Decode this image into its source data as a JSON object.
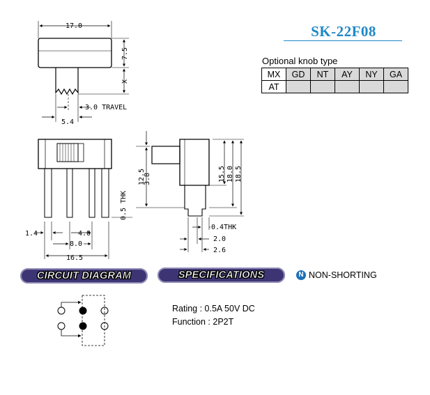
{
  "product": {
    "model": "SK-22F08"
  },
  "knob_options": {
    "caption": "Optional knob type",
    "rows": [
      [
        "MX",
        "GD",
        "NT",
        "AY",
        "NY",
        "GA"
      ],
      [
        "AT",
        "",
        "",
        "",
        "",
        ""
      ]
    ]
  },
  "dimensions": {
    "top_width": "17.0",
    "top_height": "7.5",
    "knob_x": "X",
    "knob_width": "5.4",
    "travel": "3.0 TRAVEL",
    "pin_thk": "0.5 THK",
    "pin_edge": "1.4",
    "pin_pitch": "4.0",
    "pin_span": "8.0",
    "body_length": "16.5",
    "side_knob_dim": "12.5",
    "side_knob_dim2": "3.8",
    "side_h1": "15.5",
    "side_h2": "18.0",
    "side_h3": "18.5",
    "tab_thk": "0.4THK",
    "tab_w1": "2.0",
    "tab_w2": "2.6"
  },
  "sections": {
    "circuit_label": "CIRCUIT DIAGRAM",
    "spec_label": "SPECIFICATIONS",
    "non_shorting_icon": "N",
    "non_shorting_label": "NON-SHORTING"
  },
  "specifications": {
    "rating": "Rating : 0.5A 50V DC",
    "function": "Function : 2P2T"
  }
}
